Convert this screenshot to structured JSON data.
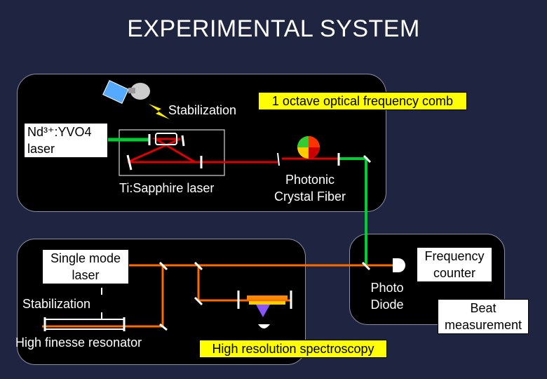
{
  "title": "EXPERIMENTAL SYSTEM",
  "labels": {
    "nd_laser": "Nd³⁺:YVO4 laser",
    "stabilization_top": "Stabilization",
    "comb": "1 octave optical frequency comb",
    "ti_sapphire": "Ti:Sapphire laser",
    "pcf": "Photonic Crystal Fiber",
    "single_mode": "Single mode laser",
    "stabilization_bottom": "Stabilization",
    "resonator": "High finesse resonator",
    "spectroscopy": "High resolution spectroscopy",
    "photo_diode": "Photo Diode",
    "freq_counter": "Frequency counter",
    "beat": "Beat measurement"
  },
  "colors": {
    "background": "#1f2440",
    "panel": "#000000",
    "green_beam": "#00cc33",
    "red_beam": "#e00000",
    "orange_beam": "#ff6a00",
    "yellow_box": "#ffff00"
  },
  "icons": [
    "satellite-icon",
    "lightning-icon",
    "prism-icon",
    "photodiode-icon",
    "atom-cell-icon"
  ]
}
